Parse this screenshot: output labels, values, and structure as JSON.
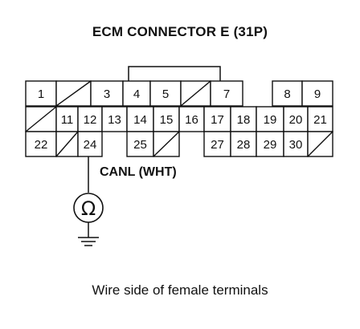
{
  "title": "ECM CONNECTOR E (31P)",
  "caption": "Wire side of female terminals",
  "wire_label": "CANL (WHT)",
  "meter_symbol": "Ω",
  "connector": {
    "pin_count": 31,
    "rows": [
      [
        "1",
        "",
        "3",
        "4",
        "5",
        "",
        "7",
        "8",
        "9"
      ],
      [
        "",
        "11",
        "12",
        "13",
        "14",
        "15",
        "16",
        "17",
        "18",
        "19",
        "20",
        "21"
      ],
      [
        "22",
        "",
        "24",
        "25",
        "",
        "27",
        "28",
        "29",
        "30",
        ""
      ]
    ],
    "probed_terminal": "24"
  },
  "colors": {
    "line": "#111111",
    "background": "#ffffff"
  }
}
